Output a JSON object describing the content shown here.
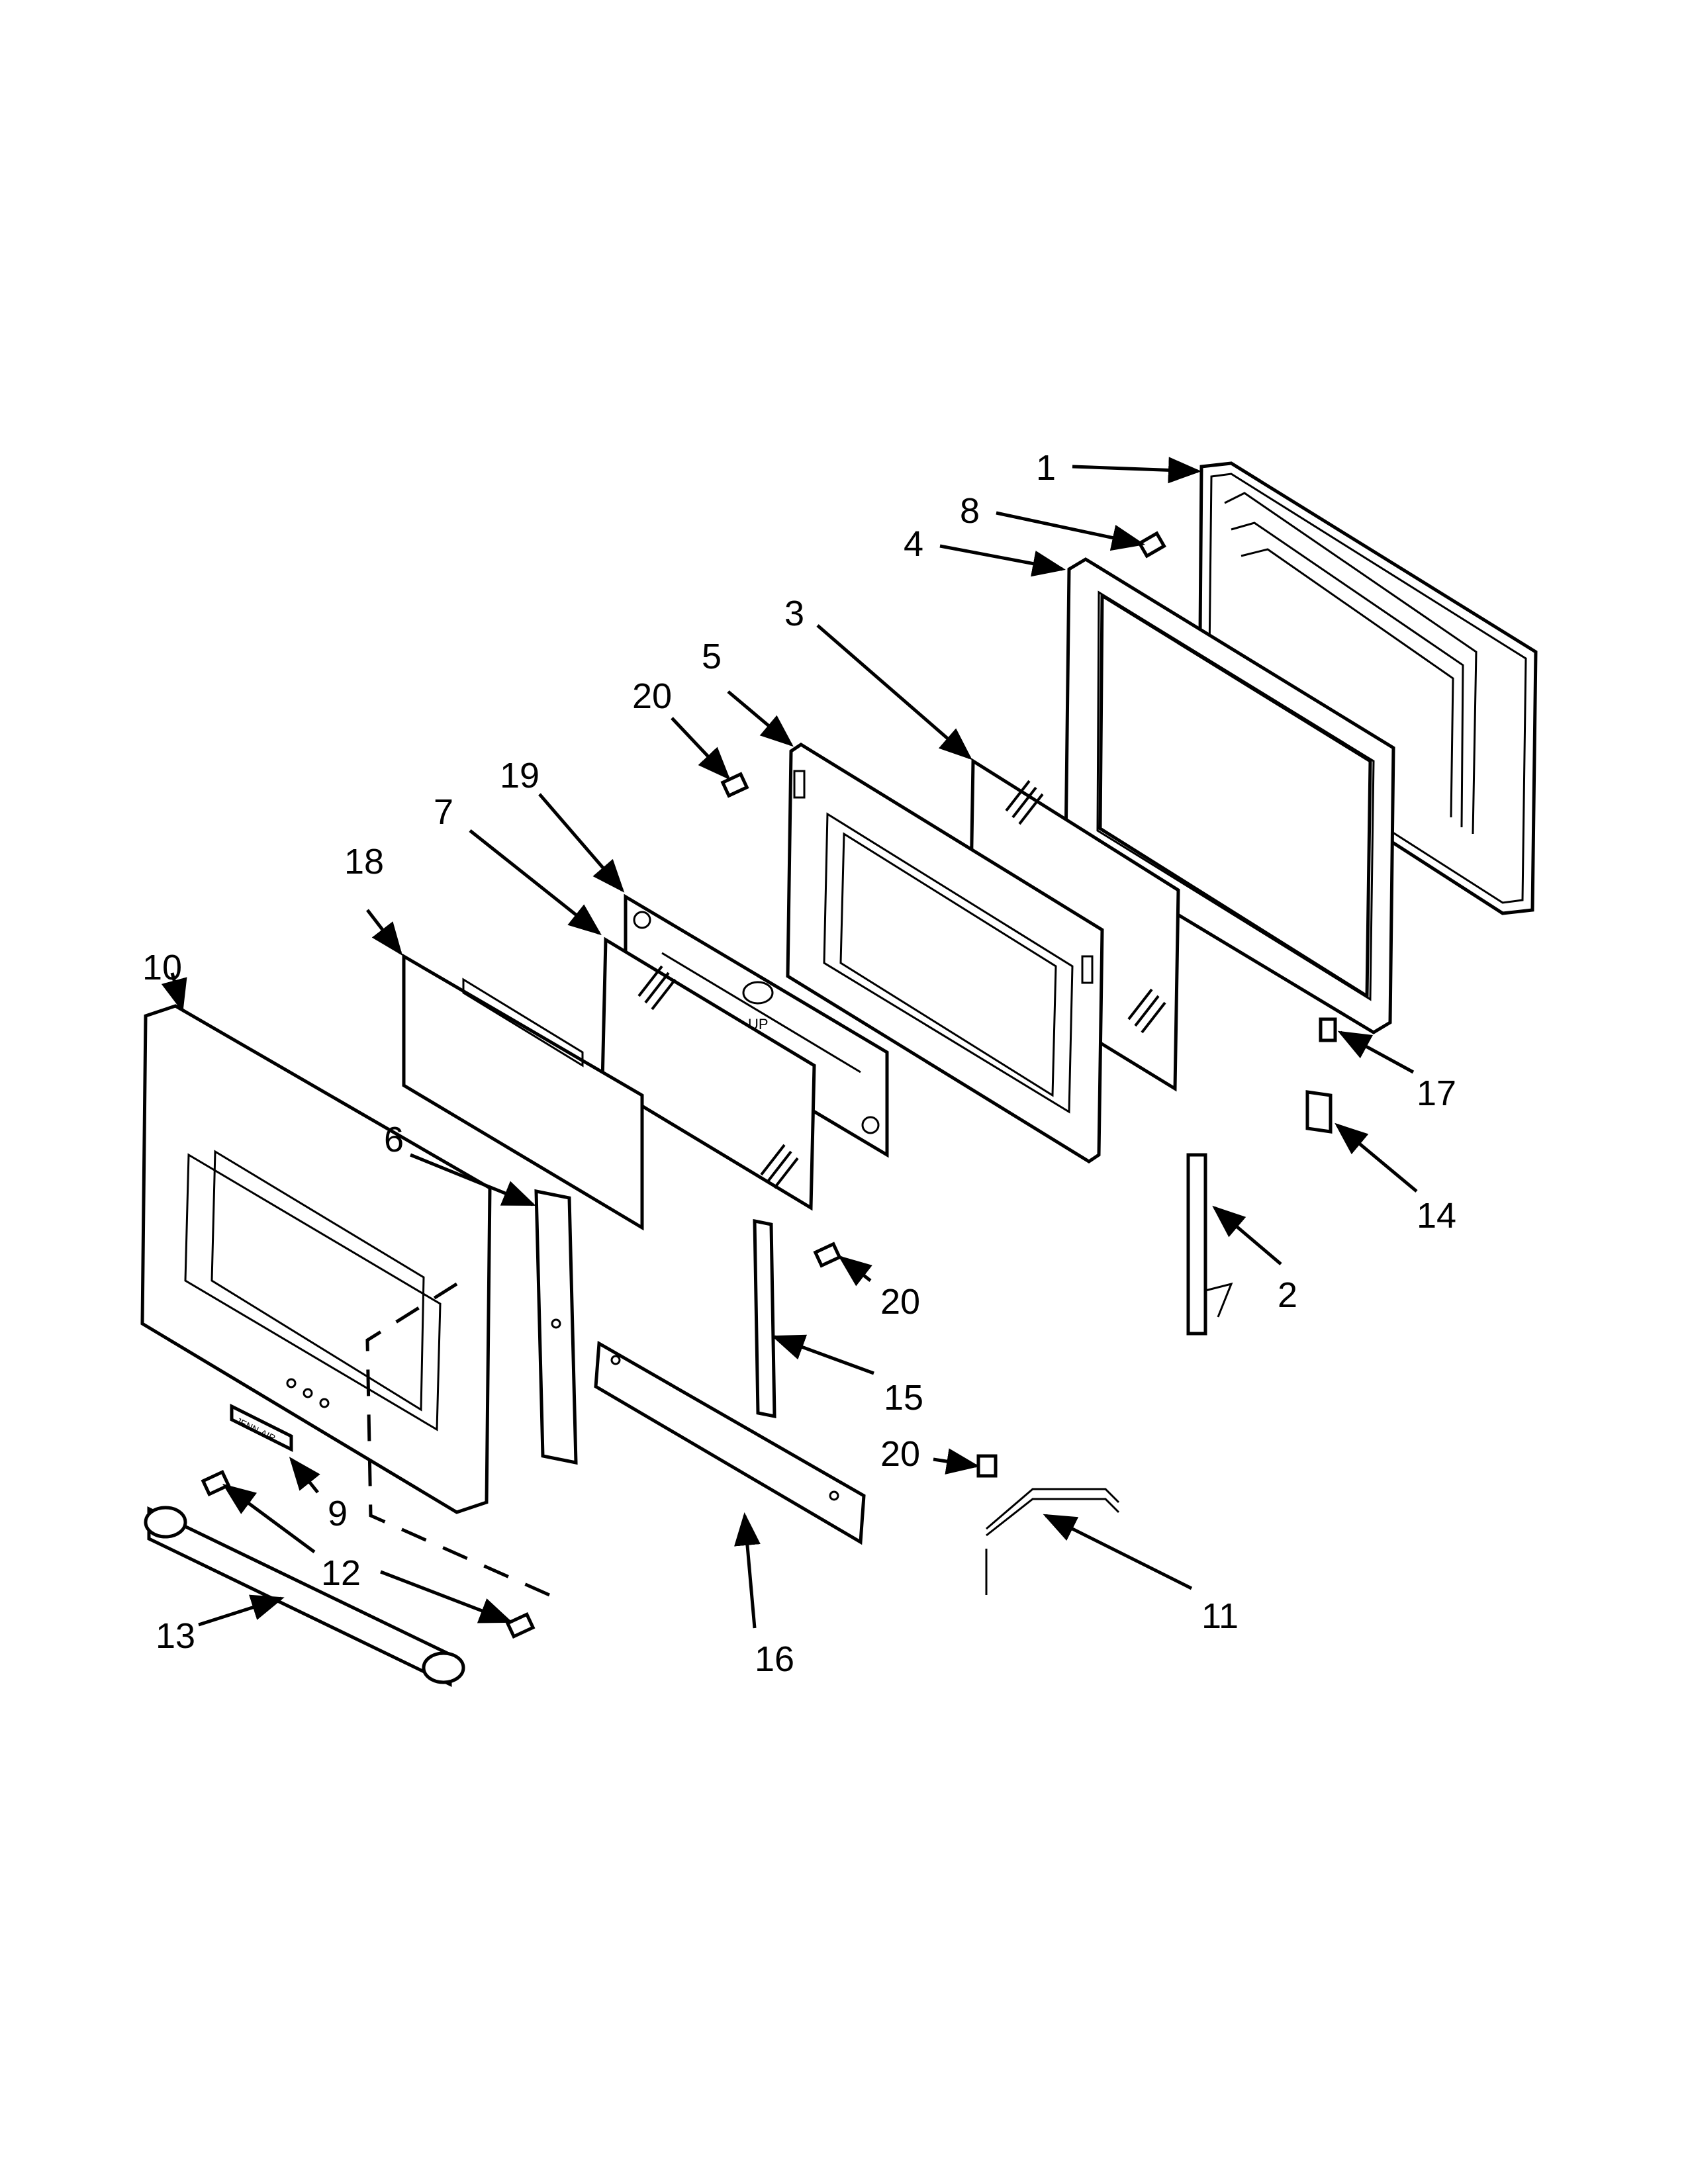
{
  "callouts": {
    "c1": "1",
    "c2": "2",
    "c3": "3",
    "c4": "4",
    "c5": "5",
    "c6": "6",
    "c7": "7",
    "c8": "8",
    "c9": "9",
    "c10": "10",
    "c11": "11",
    "c12": "12",
    "c13": "13",
    "c14": "14",
    "c15": "15",
    "c16": "16",
    "c17": "17",
    "c18": "18",
    "c19": "19",
    "c20a": "20",
    "c20b": "20",
    "c20c": "20"
  },
  "panel_marking": "UP",
  "brand_plate": "JENN-AIR"
}
